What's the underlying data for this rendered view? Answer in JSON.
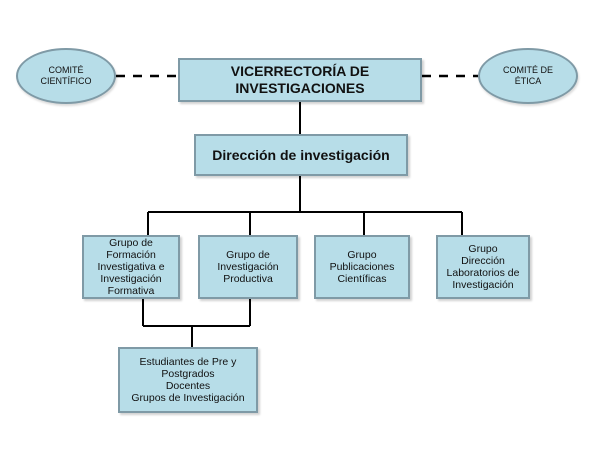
{
  "diagram": {
    "vicerrectoria": "VICERRECTORÍA DE\nINVESTIGACIONES",
    "direccion": "Dirección de investigación",
    "comite_cientifico": "COMITÉ\nCIENTÍFICO",
    "comite_etica": "COMITÉ DE\nÉTICA",
    "grupos": [
      "Grupo de\nFormación\nInvestigativa e\nInvestigación\nFormativa",
      "Grupo de\nInvestigación\nProductiva",
      "Grupo\nPublicaciones\nCientíficas",
      "Grupo\nDirección\nLaboratorios de\nInvestigación"
    ],
    "estudiantes": "Estudiantes de Pre y\nPostgrados\nDocentes\nGrupos de Investigación"
  },
  "colors": {
    "box_fill": "#b7dde8",
    "box_border": "#7f9aa6",
    "connector": "#000000"
  }
}
